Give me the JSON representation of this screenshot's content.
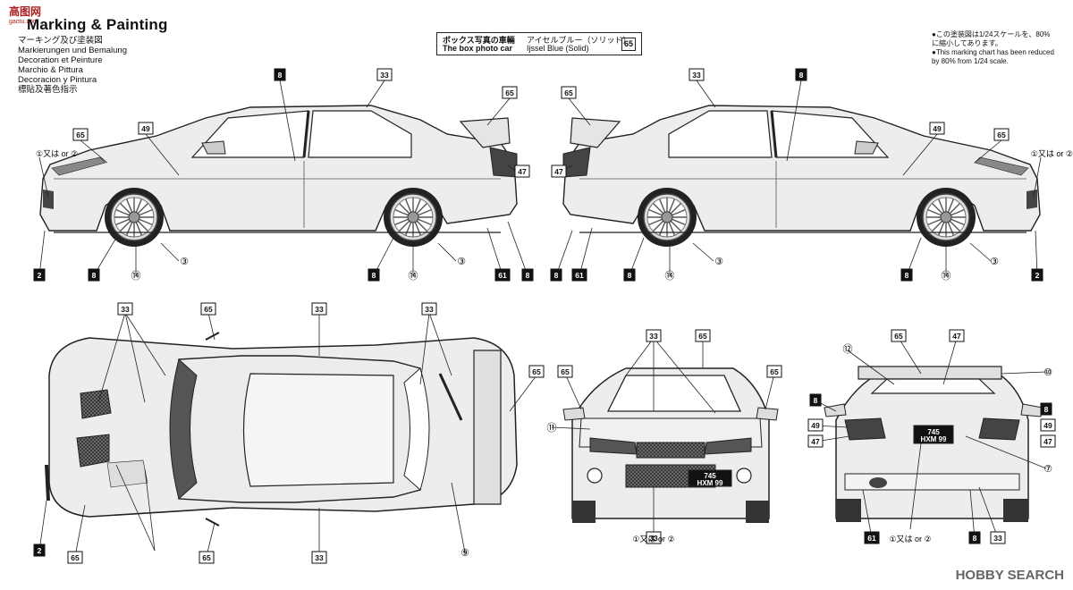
{
  "watermark": {
    "site_logo": "高图网",
    "site_url": "gaotu.com"
  },
  "header": {
    "title": "Marking & Painting",
    "subtitles": [
      "マーキング及び塗装図",
      "Markierungen und Bemalung",
      "Decoration et Peinture",
      "Marchio & Pittura",
      "Decoracion y Pintura",
      "標貼及著色指示"
    ]
  },
  "box_photo": {
    "label_jp": "ボックス写真の車輛",
    "label_en": "The box photo car",
    "color_jp": "アイセルブルー（ソリッド）",
    "color_en": "Ijssel Blue (Solid)",
    "color_code": "65"
  },
  "scale_note": [
    "●この塗装図は1/24スケールを、80%",
    "に縮小してあります。",
    "●This marking chart has been reduced",
    "by 80% from 1/24 scale."
  ],
  "views": {
    "side_left": {
      "callouts": [
        "33",
        "8",
        "65",
        "49",
        "65",
        "47",
        "①又は or ②",
        "2",
        "8",
        "⑭",
        "③",
        "8",
        "⑭",
        "③",
        "61",
        "8"
      ]
    },
    "side_right": {
      "callouts": [
        "65",
        "33",
        "8",
        "47",
        "49",
        "65",
        "①又は or ②",
        "8",
        "61",
        "8",
        "⑭",
        "③",
        "8",
        "⑭",
        "③",
        "2"
      ]
    },
    "top": {
      "callouts": [
        "33",
        "65",
        "33",
        "33",
        "65",
        "2",
        "65",
        "65",
        "33",
        "⑨"
      ]
    },
    "front": {
      "callouts": [
        "33",
        "65",
        "65",
        "65",
        "⑪",
        "33",
        "①又は or ②"
      ],
      "plate_line1": "745",
      "plate_line2": "HXM 99"
    },
    "rear": {
      "callouts": [
        "⑫",
        "65",
        "47",
        "⑩",
        "8",
        "8",
        "49",
        "49",
        "47",
        "47",
        "⑦",
        "61",
        "①又は or ②",
        "8",
        "33"
      ],
      "plate_line1": "745",
      "plate_line2": "HXM 99"
    }
  },
  "footer": {
    "watermark": "HOBBY SEARCH"
  }
}
